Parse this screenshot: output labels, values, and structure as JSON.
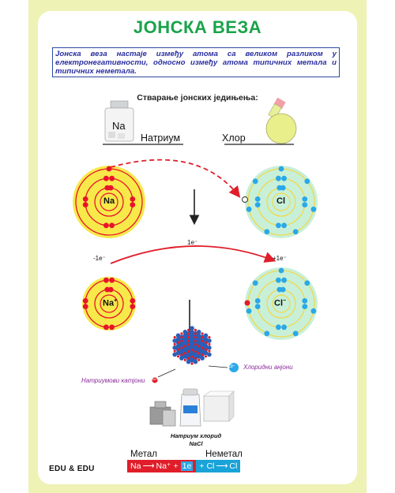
{
  "title": "ЈОНСКА ВЕЗА",
  "definition": "Јонска веза настаје између атома са великом разликом у електронегативности, односно између атома типичних метала и типичних неметала.",
  "subtitle": "Стварање јонских једињења:",
  "jar_label": "Na",
  "sodium_label": "Натриум",
  "chlorine_label": "Хлор",
  "atoms": {
    "na": "Na",
    "cl": "Cl",
    "na_ion": "Na",
    "na_ion_charge": "+",
    "cl_ion": "Cl",
    "cl_ion_charge": "−"
  },
  "transfer": {
    "left": "-1e⁻",
    "middle": "1e⁻",
    "right": "+1e⁻"
  },
  "crystal": {
    "cation_label": "Натриумови катјони",
    "anion_label": "Хлоридни анјони",
    "cl_badge": "Cl⁻",
    "na_badge": "Na⁺"
  },
  "product": {
    "name": "Натриум хлорид",
    "formula": "NaCl"
  },
  "brand": "EDU & EDU",
  "equation": {
    "metal_label": "Метал",
    "nonmetal_label": "Неметал",
    "na": "Na",
    "na_plus": "Na⁺",
    "plus1": "+",
    "electron": "1e",
    "plus2": "+",
    "cl": "Cl",
    "cl_minus": "Cl"
  },
  "colors": {
    "title": "#1aa34a",
    "na_atom": "#f7e94a",
    "na_ring": "#e8132a",
    "cl_atom": "#c8f0d8",
    "cl_electron": "#2aa8e8",
    "arrow_red": "#e01e2a"
  }
}
